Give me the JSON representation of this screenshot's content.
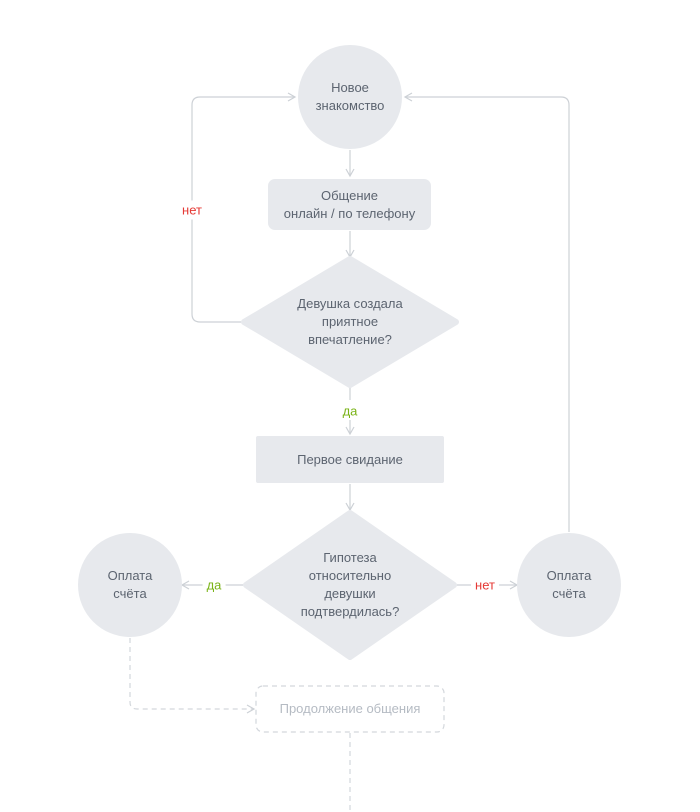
{
  "colors": {
    "node_fill": "#e7e9ed",
    "line": "#cdd1d6",
    "yes": "#7ab317",
    "no": "#e53935",
    "faded_border": "#d3d7dc"
  },
  "nodes": {
    "new_acquaintance": "Новое\nзнакомство",
    "communication": "Общение\nонлайн / по телефону",
    "impression_question": "Девушка создала\nприятное\nвпечатление?",
    "first_date": "Первое свидание",
    "hypothesis_question": "Гипотеза\nотносительно\nдевушки\nподтвердилась?",
    "pay_bill_left": "Оплата\nсчёта",
    "pay_bill_right": "Оплата\nсчёта",
    "continue_communication": "Продолжение общения"
  },
  "edges": {
    "impression_no": "нет",
    "impression_yes": "да",
    "hypothesis_yes": "да",
    "hypothesis_no": "нет"
  }
}
